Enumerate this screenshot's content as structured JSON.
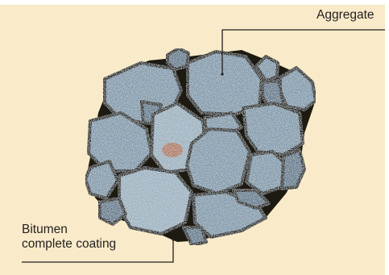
{
  "labels": {
    "aggregate": "Aggregate",
    "bitumen_line1": "Bitumen",
    "bitumen_line2": "complete coating"
  },
  "colors": {
    "background": "#f9ebc9",
    "stone_fill": "#7f97a8",
    "stone_fill_light": "#9bb0be",
    "stone_fill_dark": "#5f7688",
    "bitumen_outline": "#1d1a12",
    "leader_line": "#231f20",
    "rust_spot": "#b5643a"
  }
}
